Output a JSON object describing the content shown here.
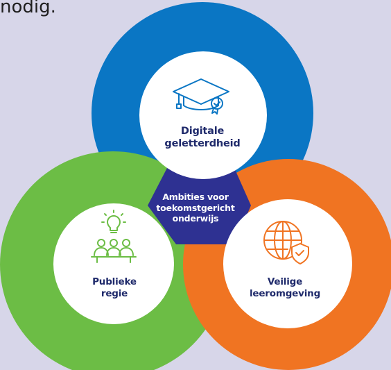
{
  "intro_fragment": "nodig.",
  "center": {
    "line1": "Ambities voor",
    "line2": "toekomstgericht",
    "line3": "onderwijs"
  },
  "circles": {
    "blue": {
      "line1": "Digitale",
      "line2": "geletterdheid",
      "color": "#0a76c4",
      "icon": "graduation-cap-icon"
    },
    "green": {
      "line1": "Publieke",
      "line2": "regie",
      "color": "#6cbd45",
      "icon": "people-lightbulb-icon"
    },
    "orange": {
      "line1": "Veilige",
      "line2": "leeromgeving",
      "color": "#f07422",
      "icon": "globe-shield-icon"
    }
  },
  "colors": {
    "background": "#d7d6e9",
    "center_fill": "#2e3192",
    "label_text": "#1f2a6b"
  }
}
